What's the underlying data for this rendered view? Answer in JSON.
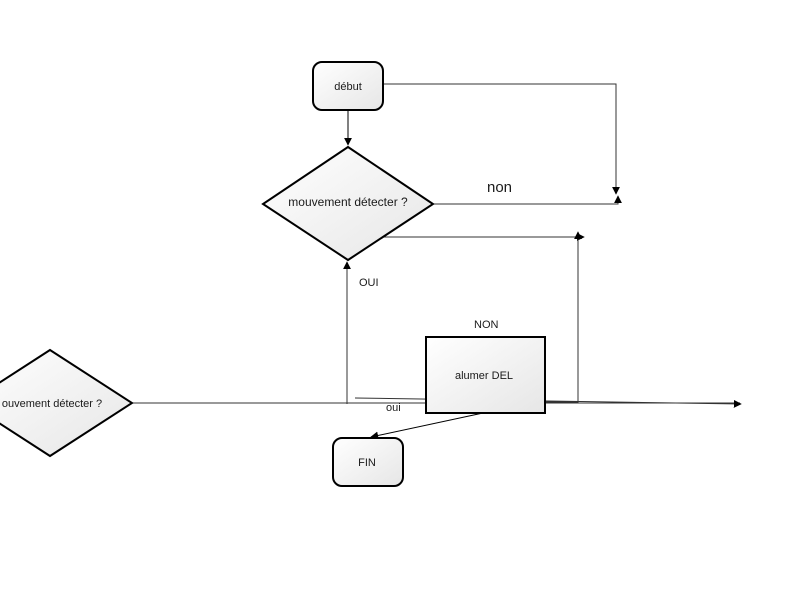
{
  "diagram": {
    "nodes": {
      "start": {
        "shape": "rounded-rect",
        "label": "début"
      },
      "decision_main": {
        "shape": "diamond",
        "label": "mouvement détecter ?"
      },
      "decision_left": {
        "shape": "diamond",
        "label": "ouvement détecter ?"
      },
      "action_led": {
        "shape": "rect",
        "label": "alumer DEL"
      },
      "end": {
        "shape": "rounded-rect",
        "label": "FIN"
      }
    },
    "edge_labels": {
      "non_lower": "non",
      "oui_upper": "OUI",
      "non_upper": "NON",
      "oui_lower": "oui"
    },
    "colors": {
      "stroke": "#000000",
      "connector": "#333333",
      "fill_light": "#ffffff",
      "fill_dark": "#e6e6e6"
    }
  }
}
